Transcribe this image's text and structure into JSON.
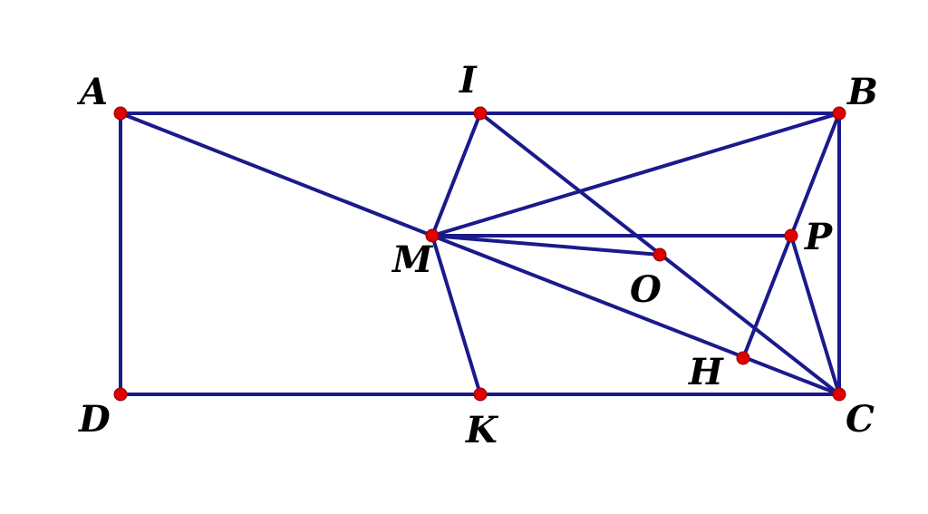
{
  "colors": {
    "line": "#1a1a8c",
    "point": "#e00000",
    "label": "#000000",
    "background": "#ffffff"
  },
  "points": [
    {
      "name": "A"
    },
    {
      "name": "I"
    },
    {
      "name": "B"
    },
    {
      "name": "M"
    },
    {
      "name": "P"
    },
    {
      "name": "O"
    },
    {
      "name": "H"
    },
    {
      "name": "D"
    },
    {
      "name": "K"
    },
    {
      "name": "C"
    }
  ],
  "segments": [
    [
      "A",
      "B"
    ],
    [
      "B",
      "C"
    ],
    [
      "C",
      "D"
    ],
    [
      "D",
      "A"
    ],
    [
      "A",
      "M"
    ],
    [
      "M",
      "I"
    ],
    [
      "I",
      "C"
    ],
    [
      "M",
      "B"
    ],
    [
      "M",
      "P"
    ],
    [
      "M",
      "O"
    ],
    [
      "M",
      "C"
    ],
    [
      "M",
      "K"
    ],
    [
      "B",
      "P"
    ],
    [
      "P",
      "H"
    ],
    [
      "P",
      "C"
    ]
  ]
}
